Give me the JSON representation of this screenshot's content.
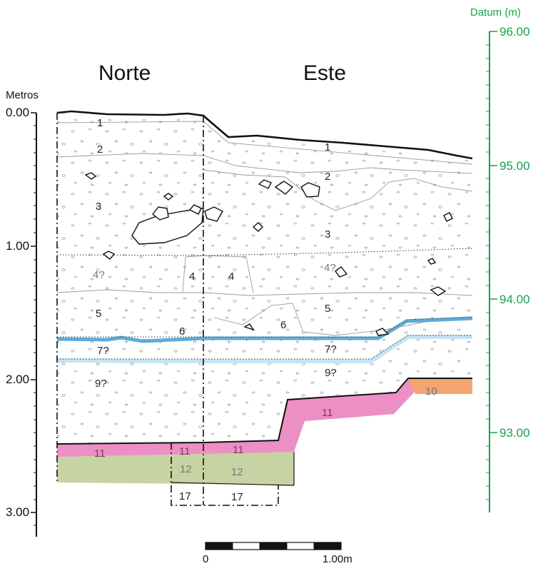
{
  "walls": {
    "north": "Norte",
    "east": "Este"
  },
  "depth_axis": {
    "title": "Metros",
    "ticks": [
      "0.00",
      "1.00",
      "2.00",
      "3.00"
    ]
  },
  "datum_axis": {
    "title": "Datum (m)",
    "ticks": [
      "96.00",
      "95.00",
      "94.00",
      "93.00"
    ],
    "color": "#16a34a"
  },
  "scale_bar": {
    "start_label": "0",
    "end_label": "1.00m"
  },
  "layers": {
    "l1": "1",
    "l2": "2",
    "l3": "3",
    "l4": "4",
    "l4q": "4?",
    "l5": "5",
    "l6": "6",
    "l7q": "7?",
    "l9q": "9?",
    "l10": "10",
    "l11": "11",
    "l12": "12",
    "l17": "17"
  },
  "colors": {
    "layer_6": "#5bacd9",
    "layer_7": "#c8e3f4",
    "layer_10": "#f2a56e",
    "layer_11": "#ec8fc4",
    "layer_12": "#c6d4a3"
  }
}
